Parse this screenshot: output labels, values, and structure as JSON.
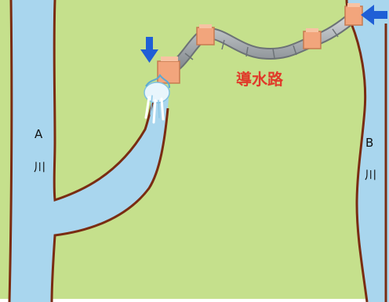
{
  "labels": {
    "river_a_letter": "A",
    "river_a_kanji": "川",
    "river_b_letter": "B",
    "river_b_kanji": "川",
    "aqueduct": "導水路"
  },
  "colors": {
    "land": "#c5e08c",
    "water": "#a9d6ee",
    "bank": "#7a2c12",
    "pipe": "#a7acb0",
    "joint": "#f2a57c",
    "arrow": "#1f5fd6",
    "aqueduct_text": "#e03a2a"
  },
  "icons": {
    "inflow_arrow": "arrow-left-icon",
    "outflow_arrow": "arrow-down-icon"
  }
}
